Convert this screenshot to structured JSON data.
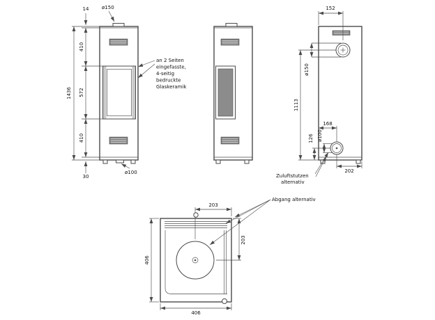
{
  "drawing": {
    "front": {
      "dim_top_inset": "14",
      "dim_flue_dia": "ø150",
      "dim_upper": "410",
      "dim_glass_height": "572",
      "dim_lower": "410",
      "dim_base": "30",
      "dim_total_height": "1436",
      "dim_floor_outlet_dia": "ø100",
      "glass_note": [
        "an 2 Seiten",
        "eingefasste,",
        "4-seitig",
        "bedruckte",
        "Glaskeramik"
      ]
    },
    "rear": {
      "dim_flue_offset": "152",
      "dim_flue_dia": "ø150",
      "dim_flue_height": "1113",
      "dim_inlet_height": "126",
      "dim_inlet_dia": "ø100",
      "dim_inlet_offset": "168",
      "dim_side_offset": "202",
      "air_label": [
        "Zuluftstutzen",
        "alternativ"
      ]
    },
    "top": {
      "dim_flue_to_side": "203",
      "dim_flue_to_back": "203",
      "dim_depth": "406",
      "dim_width": "406",
      "outlet_label": "Abgang alternativ"
    }
  },
  "colors": {
    "line": "#4a4a4a",
    "text": "#111111",
    "background": "#ffffff"
  }
}
